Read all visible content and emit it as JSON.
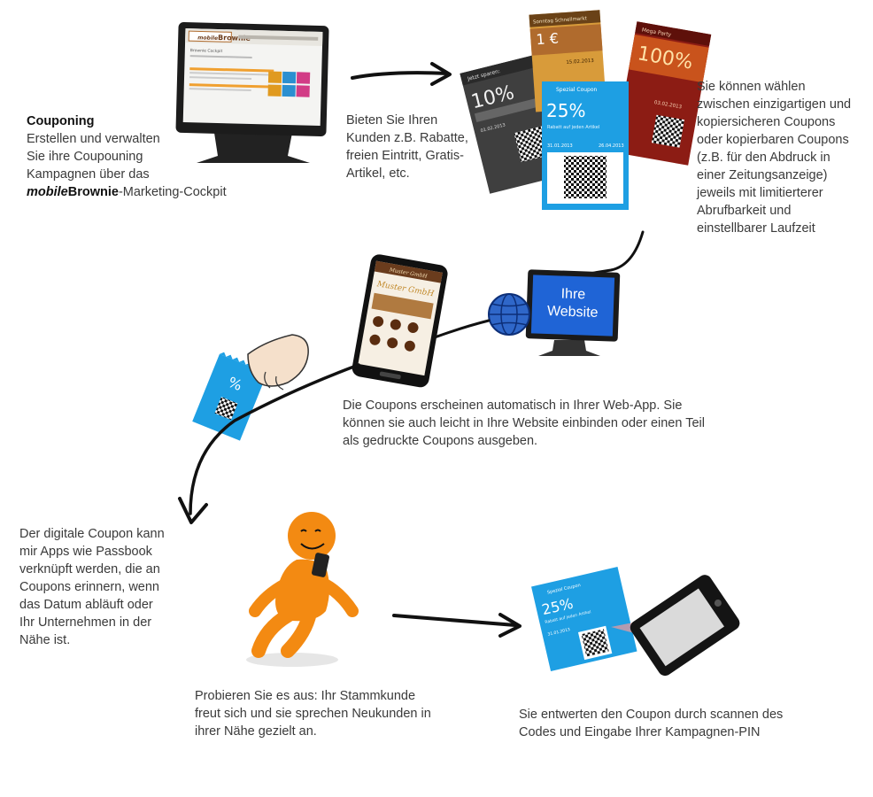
{
  "intro": {
    "title": "Couponing",
    "lines": [
      "Erstellen und verwalten",
      "Sie ihre Coupouning",
      "Kampagnen über das"
    ],
    "brand_italic": "mobile",
    "brand_bold": "Brownie",
    "brand_suffix": "-Marketing-Cockpit"
  },
  "step_offer": {
    "lines": [
      "Bieten Sie Ihren",
      "Kunden z.B. Rabatte,",
      "freien Eintritt, Gratis-",
      "Artikel, etc."
    ]
  },
  "step_choose": {
    "lines": [
      "Sie können wählen",
      "zwischen einzigartigen und",
      "kopiersicheren Coupons",
      "oder kopierbaren Coupons",
      "(z.B. für den Abdruck in",
      "einer Zeitungsanzeige)",
      "jeweils mit limitierterer",
      "Abrufbarkeit und",
      "einstellbarer Laufzeit"
    ]
  },
  "step_webapp": {
    "lines": [
      "Die Coupons erscheinen automatisch in Ihrer Web-App. Sie",
      "können sie auch leicht in Ihre Website einbinden oder einen Teil",
      "als gedruckte Coupons ausgeben."
    ]
  },
  "step_passbook": {
    "lines": [
      "Der digitale Coupon kann",
      "mir Apps wie Passbook",
      "verknüpft werden, die an",
      "Coupons erinnern, wenn",
      "das Datum abläuft oder",
      "Ihr Unternehmen in der",
      "Nähe ist."
    ]
  },
  "step_try": {
    "lines": [
      "Probieren Sie es aus: Ihr Stammkunde",
      "freut sich und sie sprechen Neukunden in",
      "ihrer Nähe gezielt an."
    ]
  },
  "step_scan": {
    "lines": [
      "Sie entwerten den Coupon durch scannen des",
      "Codes und Eingabe Ihrer Kampagnen-PIN"
    ]
  },
  "monitor_screen": {
    "logo_italic": "mobile",
    "logo_bold": "Brownie",
    "heading": "Brownie Cockpit"
  },
  "coupons": {
    "gray": {
      "header": "Jetzt sparen:",
      "value": "10%",
      "date": "01.02.2013"
    },
    "gold": {
      "header": "Sonntag Schnellmarkt",
      "value": "1 €",
      "date": "15.02.2013"
    },
    "red": {
      "header": "Mega Party",
      "value": "100%",
      "date": "03.02.2013"
    },
    "blue": {
      "header": "Spezial Coupon",
      "value": "25%",
      "sub": "Rabatt auf jeden Artikel",
      "date_from": "31.01.2013",
      "date_to": "26.04.2013"
    }
  },
  "website_monitor": {
    "line1": "Ihre",
    "line2": "Website"
  },
  "phone": {
    "header": "Muster GmbH",
    "title": "Muster GmbH"
  },
  "hand_coupon": {
    "symbol": "%"
  },
  "scan_coupon": {
    "header": "Spezial Coupon",
    "value": "25%",
    "sub": "Rabatt auf jeden Artikel",
    "date": "31.01.2013"
  },
  "colors": {
    "coupon_blue": "#1e9fe3",
    "coupon_red": "#8c1c14",
    "coupon_gold": "#d8a23a",
    "coupon_gray": "#4a4a4a",
    "figure_orange": "#f38a12",
    "website_blue": "#1f64d6"
  }
}
